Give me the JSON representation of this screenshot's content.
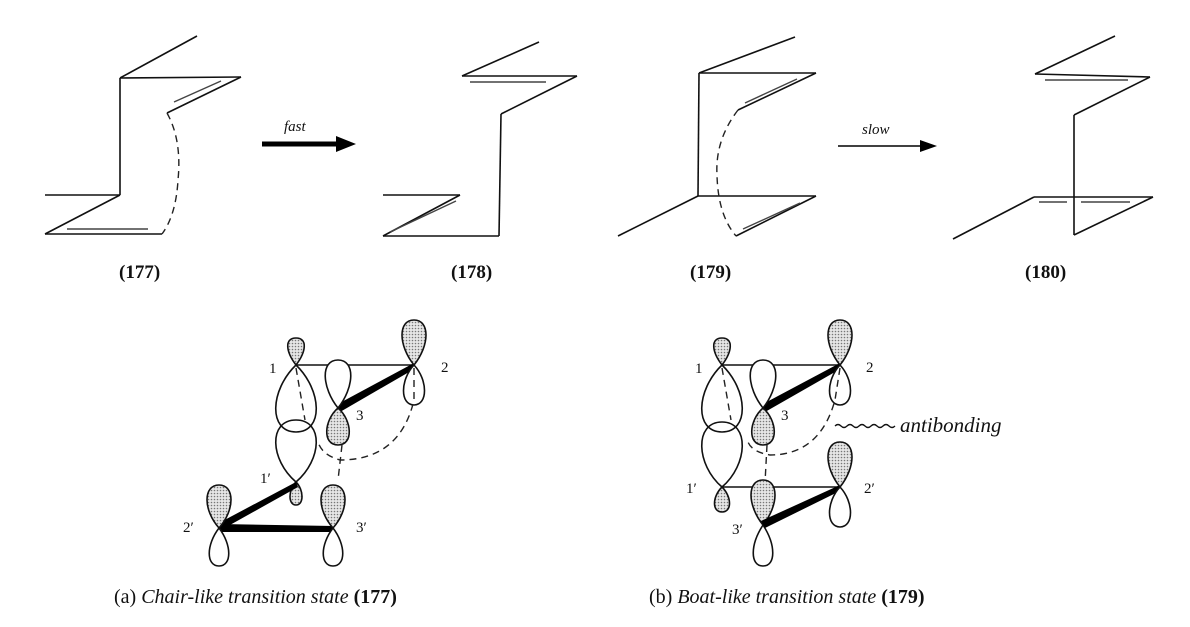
{
  "figure": {
    "compounds": [
      {
        "id": "compound-177",
        "label": "(177)"
      },
      {
        "id": "compound-178",
        "label": "(178)"
      },
      {
        "id": "compound-179",
        "label": "(179)"
      },
      {
        "id": "compound-180",
        "label": "(180)"
      }
    ],
    "arrows": [
      {
        "label": "fast",
        "style": "bold"
      },
      {
        "label": "slow",
        "style": "thin"
      }
    ],
    "orbital_a": {
      "atoms": [
        "1",
        "2",
        "3",
        "1′",
        "2′",
        "3′"
      ]
    },
    "orbital_b": {
      "atoms": [
        "1",
        "2",
        "3",
        "1′",
        "2′",
        "3′"
      ],
      "annotation": "antibonding"
    },
    "captions": [
      {
        "prefix": "(a) ",
        "title": "Chair-like transition state",
        "ref": "(177)"
      },
      {
        "prefix": "(b) ",
        "title": "Boat-like transition state",
        "ref": "(179)"
      }
    ]
  }
}
